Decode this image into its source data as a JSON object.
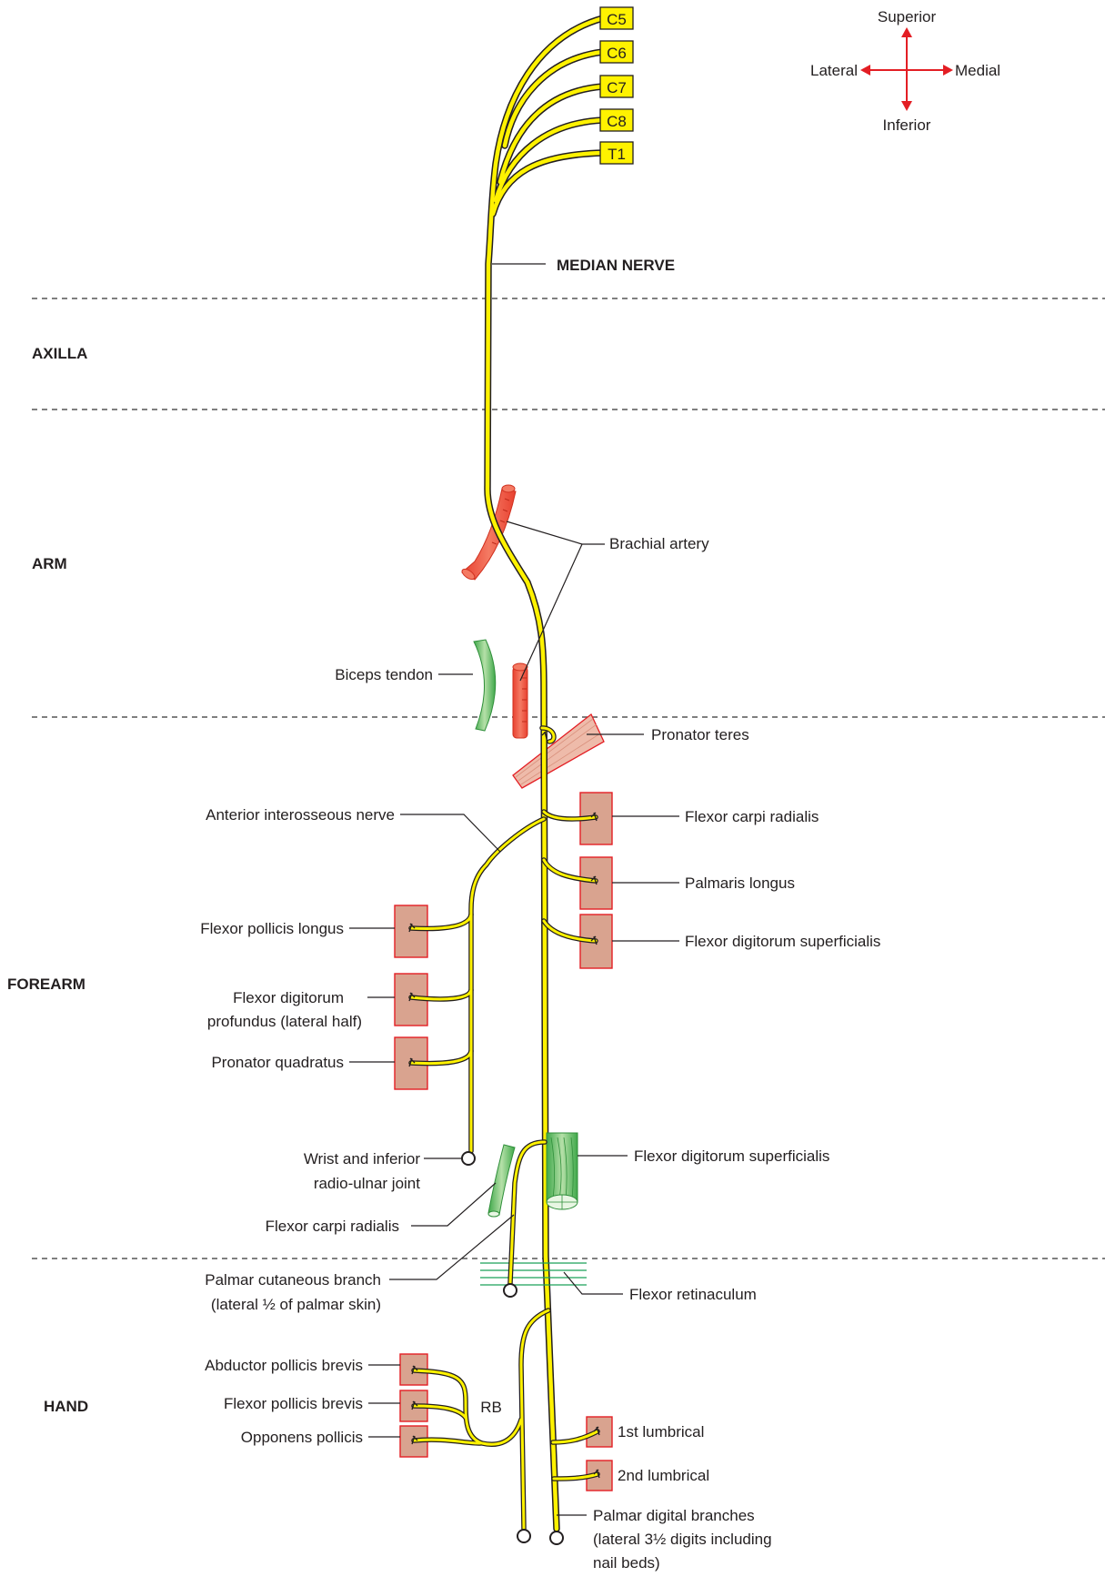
{
  "roots": [
    "C5",
    "C6",
    "C7",
    "C8",
    "T1"
  ],
  "orientation": {
    "superior": "Superior",
    "inferior": "Inferior",
    "lateral": "Lateral",
    "medial": "Medial"
  },
  "regions": [
    "AXILLA",
    "ARM",
    "FOREARM",
    "HAND"
  ],
  "labels": {
    "median_nerve": "MEDIAN NERVE",
    "brachial_artery": "Brachial artery",
    "biceps_tendon": "Biceps tendon",
    "pronator_teres": "Pronator teres",
    "anterior_interosseous_nerve": "Anterior interosseous nerve",
    "flexor_carpi_radialis": "Flexor carpi radialis",
    "palmaris_longus": "Palmaris longus",
    "flexor_digitorum_superficialis": "Flexor digitorum superficialis",
    "flexor_pollicis_longus": "Flexor pollicis longus",
    "fdp_line1": "Flexor digitorum",
    "fdp_line2": "profundus (lateral half)",
    "pronator_quadratus": "Pronator quadratus",
    "wrist_line1": "Wrist and inferior",
    "wrist_line2": "radio-ulnar joint",
    "flexor_digitorum_superficialis_tendon": "Flexor digitorum superficialis",
    "flexor_carpi_radialis_tendon": "Flexor carpi radialis",
    "palmar_cut_line1": "Palmar cutaneous branch",
    "palmar_cut_line2": "(lateral ½ of palmar skin)",
    "flexor_retinaculum": "Flexor retinaculum",
    "abductor_pollicis_brevis": "Abductor pollicis brevis",
    "flexor_pollicis_brevis": "Flexor pollicis brevis",
    "opponens_pollicis": "Opponens pollicis",
    "rb": "RB",
    "lumbrical_1": "1st lumbrical",
    "lumbrical_2": "2nd lumbrical",
    "palmar_digital_line1": "Palmar digital branches",
    "palmar_digital_line2": "(lateral 3½ digits including",
    "palmar_digital_line3": "nail beds)"
  },
  "colors": {
    "nerve": "#fff200",
    "muscle": "#d9a38f",
    "muscle_border": "#e31e24",
    "artery": "#f0614f",
    "tendon": "#5dbb63",
    "arrow": "#e31e24"
  }
}
